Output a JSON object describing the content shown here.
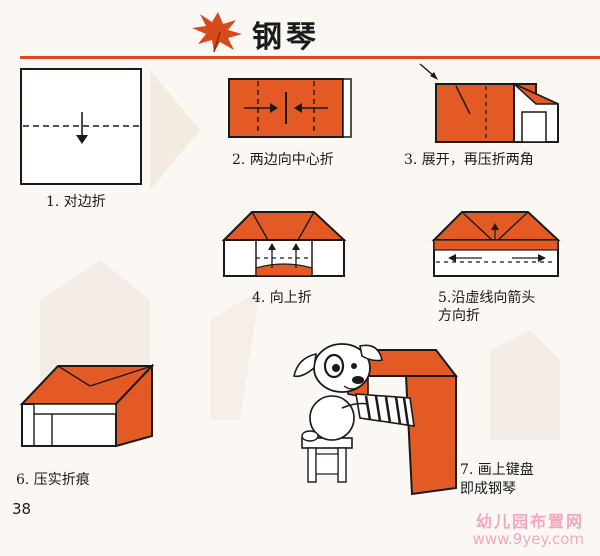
{
  "title": "钢琴",
  "page_number": "38",
  "colors": {
    "accent": "#d84a1b",
    "paper_orange": "#e45a24",
    "line": "#1a1a1a",
    "watermark": "#f3a7bf"
  },
  "steps": [
    {
      "caption": "1. 对边折"
    },
    {
      "caption": "2. 两边向中心折"
    },
    {
      "caption": "3. 展开，再压折两角"
    },
    {
      "caption": "4. 向上折"
    },
    {
      "caption_line1": "5.沿虚线向箭头",
      "caption_line2": "方向折"
    },
    {
      "caption": "6. 压实折痕"
    },
    {
      "caption_line1": "7. 画上键盘",
      "caption_line2": "即成钢琴"
    }
  ],
  "watermark": {
    "line1": "幼儿园布置网",
    "line2": "www.9yey.com"
  }
}
